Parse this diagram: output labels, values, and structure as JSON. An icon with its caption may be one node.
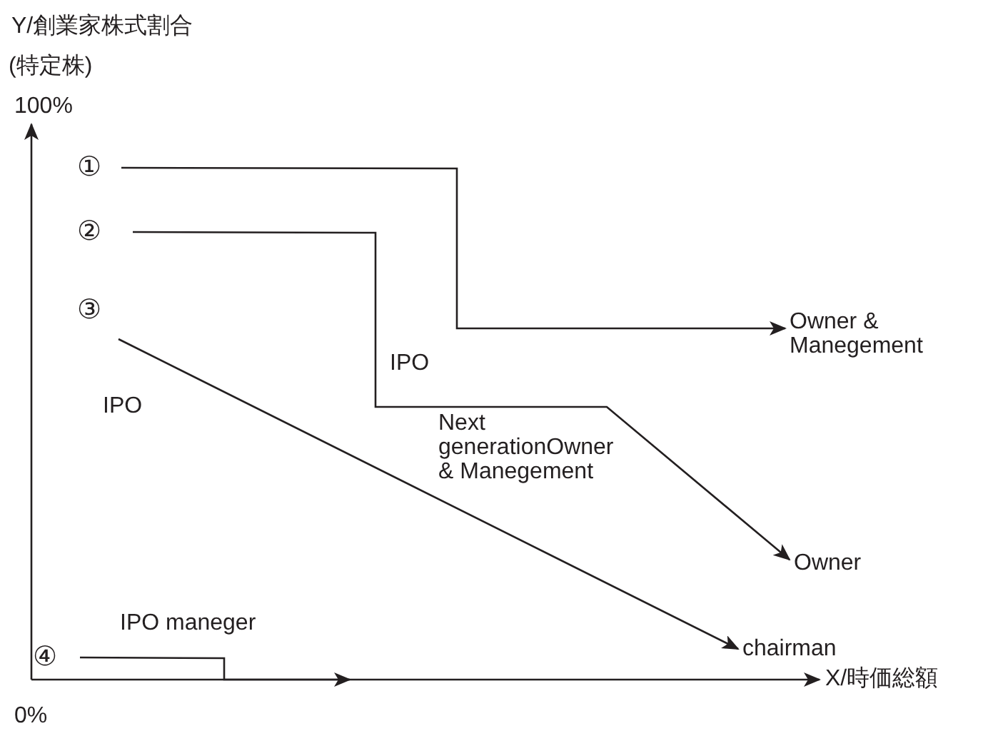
{
  "diagram": {
    "nodes": [
      {
        "text": [
          "①"
        ]
      },
      {
        "text": [
          "②"
        ]
      },
      {
        "text": [
          "③"
        ]
      },
      {
        "text": [
          "④"
        ]
      },
      {
        "text": [
          "Owner & Manegement"
        ]
      },
      {
        "text": [
          "Owner"
        ]
      },
      {
        "text": [
          "chairman"
        ]
      }
    ],
    "edges": [
      {
        "from": 0,
        "to": 4,
        "arrow": "to"
      },
      {
        "from": 1,
        "to": 5,
        "arrow": "to"
      },
      {
        "from": 2,
        "to": 6,
        "arrow": "to"
      },
      {
        "from": 3,
        "to": null,
        "arrow": "to"
      }
    ],
    "labels": [
      "Y/創業家株式割合",
      "(特定株)",
      "100%",
      "IPO",
      "IPO",
      "Next generationOwner & Manegement",
      "IPO maneger",
      "X/時価総額",
      "0%"
    ]
  }
}
